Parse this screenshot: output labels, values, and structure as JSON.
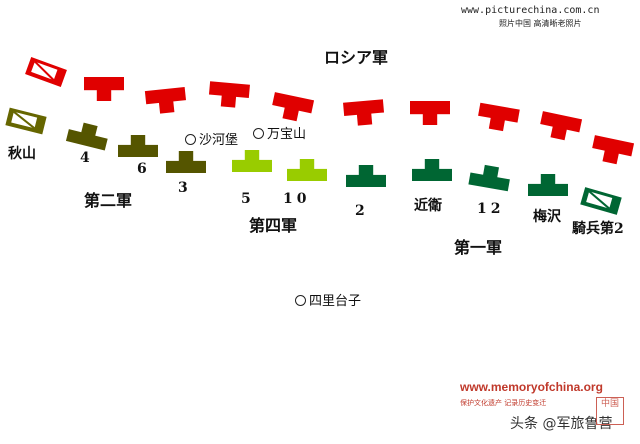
{
  "watermark": {
    "site": "www.picturechina.com.cn",
    "site_sub": "照片中国  高清晰老照片",
    "memory": "www.memoryofchina.org",
    "memory_sub": "保护文化遗产  记录历史变迁",
    "app": "头条 @军旅鲁营",
    "seal": "中国"
  },
  "army_labels": {
    "russia": "ロシア軍",
    "second": "第二軍",
    "fourth": "第四軍",
    "first": "第一軍"
  },
  "places": {
    "shahebao": "沙河堡",
    "wanbaoshan": "万宝山",
    "silitaizi": "四里台子"
  },
  "units": [
    {
      "label": "秋山",
      "color": "#666600",
      "kind": "cav"
    },
    {
      "label": "4",
      "color": "#555500",
      "kind": "inf"
    },
    {
      "label": "6",
      "color": "#555500",
      "kind": "inf"
    },
    {
      "label": "3",
      "color": "#555500",
      "kind": "inf"
    },
    {
      "label": "5",
      "color": "#99cc00",
      "kind": "inf"
    },
    {
      "label": "10",
      "color": "#99cc00",
      "kind": "inf"
    },
    {
      "label": "2",
      "color": "#006633",
      "kind": "inf"
    },
    {
      "label": "近衛",
      "color": "#006633",
      "kind": "inf"
    },
    {
      "label": "12",
      "color": "#006633",
      "kind": "inf"
    },
    {
      "label": "梅沢",
      "color": "#006633",
      "kind": "inf"
    },
    {
      "label": "騎兵第2",
      "color": "#006633",
      "kind": "cav"
    }
  ],
  "russian_units": [
    {
      "color": "#e00000",
      "kind": "cav"
    },
    {
      "color": "#e00000",
      "kind": "inf"
    },
    {
      "color": "#e00000",
      "kind": "inf"
    },
    {
      "color": "#e00000",
      "kind": "inf"
    },
    {
      "color": "#e00000",
      "kind": "inf"
    },
    {
      "color": "#e00000",
      "kind": "inf"
    },
    {
      "color": "#e00000",
      "kind": "inf"
    },
    {
      "color": "#e00000",
      "kind": "inf"
    },
    {
      "color": "#e00000",
      "kind": "inf"
    },
    {
      "color": "#e00000",
      "kind": "inf"
    }
  ]
}
